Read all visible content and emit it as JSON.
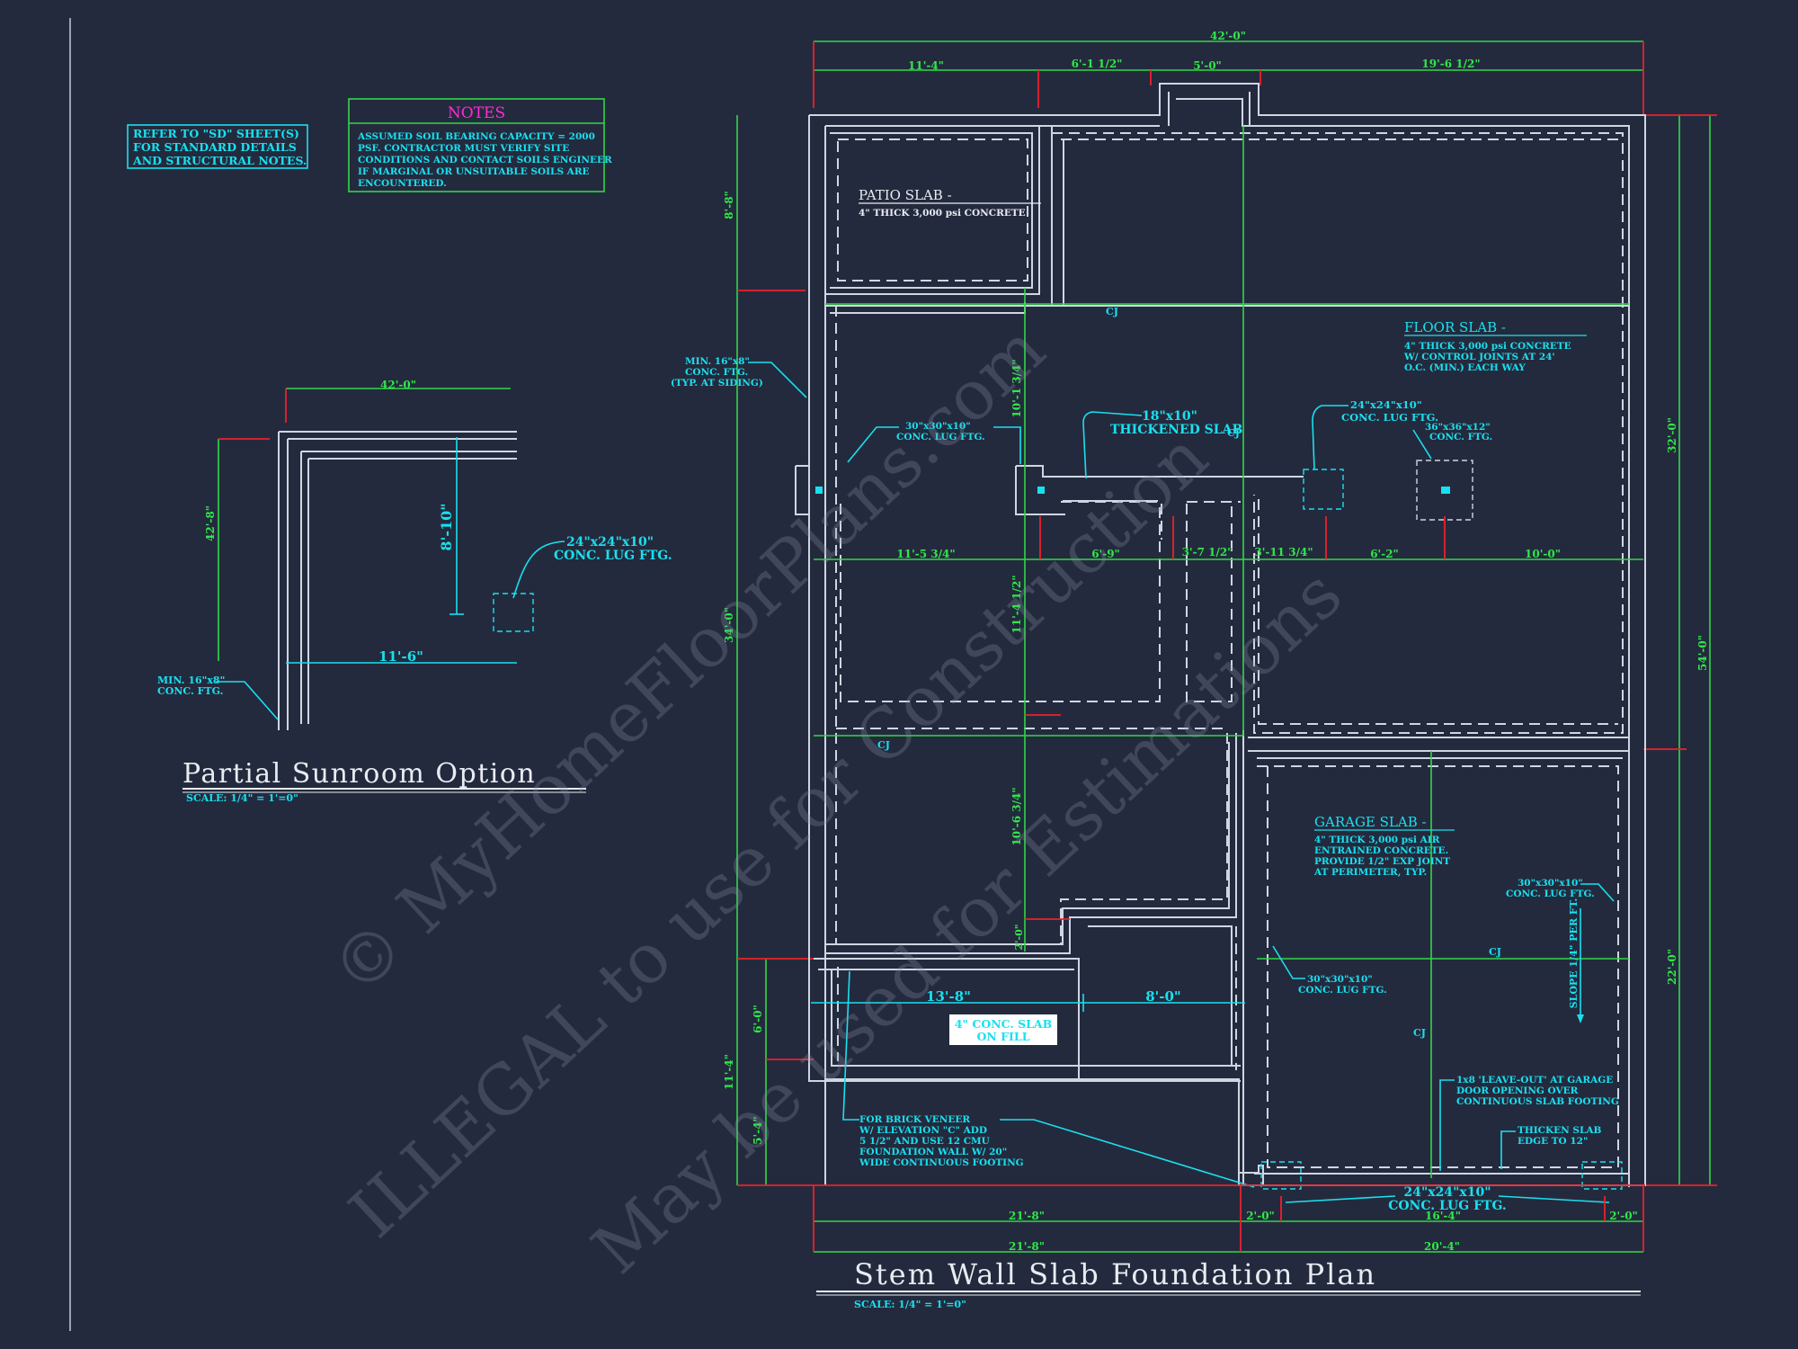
{
  "notes_box": {
    "title": "NOTES",
    "lines": [
      "ASSUMED SOIL BEARING CAPACITY = 2000",
      "PSF.  CONTRACTOR MUST VERIFY SITE",
      "CONDITIONS AND CONTACT SOILS ENGINEER",
      "IF MARGINAL OR UNSUITABLE SOILS ARE",
      "ENCOUNTERED."
    ]
  },
  "refer_box": {
    "lines": [
      "REFER TO \"SD\" SHEET(S)",
      "FOR STANDARD DETAILS",
      "AND STRUCTURAL NOTES."
    ]
  },
  "sunroom": {
    "title": "Partial Sunroom Option",
    "scale": "SCALE: 1/4\" = 1'=0\"",
    "dim_top": "42'-0\"",
    "dim_left": "42'-8\"",
    "dim_vert": "8'-10\"",
    "dim_horiz": "11'-6\"",
    "lug_label": [
      "24\"x24\"x10\"",
      "CONC. LUG FTG."
    ],
    "ftg_label": [
      "MIN. 16\"x8\"",
      "CONC. FTG."
    ]
  },
  "plan": {
    "title": "Stem Wall Slab Foundation Plan",
    "scale": "SCALE: 1/4\" = 1'=0\"",
    "dims_top": [
      "42'-0\"",
      "11'-4\"",
      "6'-1 1/2\"",
      "5'-0\"",
      "19'-6 1/2\""
    ],
    "dims_left": [
      "8'-8\"",
      "34'-0\"",
      "11'-4\"",
      "6'-0\"",
      "5'-4\""
    ],
    "dims_right": [
      "32'-0\"",
      "54'-0\"",
      "22'-0\""
    ],
    "dims_mid_row": [
      "11'-5 3/4\"",
      "6'-9\"",
      "3'-7 1/2\"",
      "3'-11 3/4\"",
      "6'-2\"",
      "10'-0\""
    ],
    "dims_mid_vert": [
      "10'-1 3/4\"",
      "11'-4 1/2\"",
      "10'-6 3/4\"",
      "2'-0\""
    ],
    "dims_porch": [
      "13'-8\"",
      "8'-0\""
    ],
    "dims_bottom_row1": [
      "21'-8\"",
      "2'-0\"",
      "16'-4\"",
      "2'-0\""
    ],
    "dims_bottom_row2": [
      "21'-8\"",
      "20'-4\""
    ],
    "patio_title": "PATIO SLAB -",
    "patio_note": "4\" THICK 3,000 psi CONCRETE",
    "floor_title": "FLOOR SLAB -",
    "floor_note": [
      "4\" THICK 3,000 psi CONCRETE",
      "W/ CONTROL JOINTS AT 24'",
      "O.C. (MIN.) EACH WAY"
    ],
    "garage_title": "GARAGE SLAB -",
    "garage_note": [
      "4\" THICK 3,000 psi AIR",
      "ENTRAINED CONCRETE.",
      "PROVIDE 1/2\" EXP JOINT",
      "AT PERIMETER, TYP."
    ],
    "cj": "CJ",
    "siding_ftg": [
      "MIN. 16\"x8\"",
      "CONC. FTG.",
      "(TYP. AT SIDING)"
    ],
    "lug30_label": [
      "30\"x30\"x10\"",
      "CONC. LUG FTG."
    ],
    "thick_slab": [
      "18\"x10\"",
      "THICKENED SLAB"
    ],
    "lug24_label": [
      "24\"x24\"x10\"",
      "CONC. LUG FTG."
    ],
    "lug36_label": [
      "36\"x36\"x12\"",
      "CONC. FTG."
    ],
    "garage_lug30a": [
      "30\"x30\"x10\"",
      "CONC. LUG FTG."
    ],
    "garage_lug30b": [
      "30\"x30\"x10\"",
      "CONC. LUG FTG."
    ],
    "slope": "SLOPE 1/4\" PER FT.",
    "leave_out": [
      "1x8 'LEAVE-OUT' AT GARAGE",
      "DOOR OPENING OVER",
      "CONTINUOUS SLAB FOOTING"
    ],
    "thicken_edge": [
      "THICKEN SLAB",
      "EDGE TO 12\""
    ],
    "porch_slab": [
      "4\" CONC. SLAB",
      "ON FILL"
    ],
    "brick_note": [
      "FOR BRICK VENEER",
      "W/ ELEVATION \"C\" ADD",
      "5 1/2\" AND USE 12 CMU",
      "FOUNDATION WALL W/ 20\"",
      "WIDE CONTINUOUS FOOTING"
    ],
    "bottom_lug": [
      "24\"x24\"x10\"",
      "CONC. LUG FTG."
    ]
  },
  "watermark": [
    "© MyHomeFloorPlans.com",
    "ILLEGAL to use for Construction",
    "May be used for Estimations"
  ],
  "colors": {
    "background": "#242a3d",
    "dims": "#30e84a",
    "notes": "#19e0f0",
    "walls": "#cfd6e2",
    "markers": "#e8222c"
  }
}
